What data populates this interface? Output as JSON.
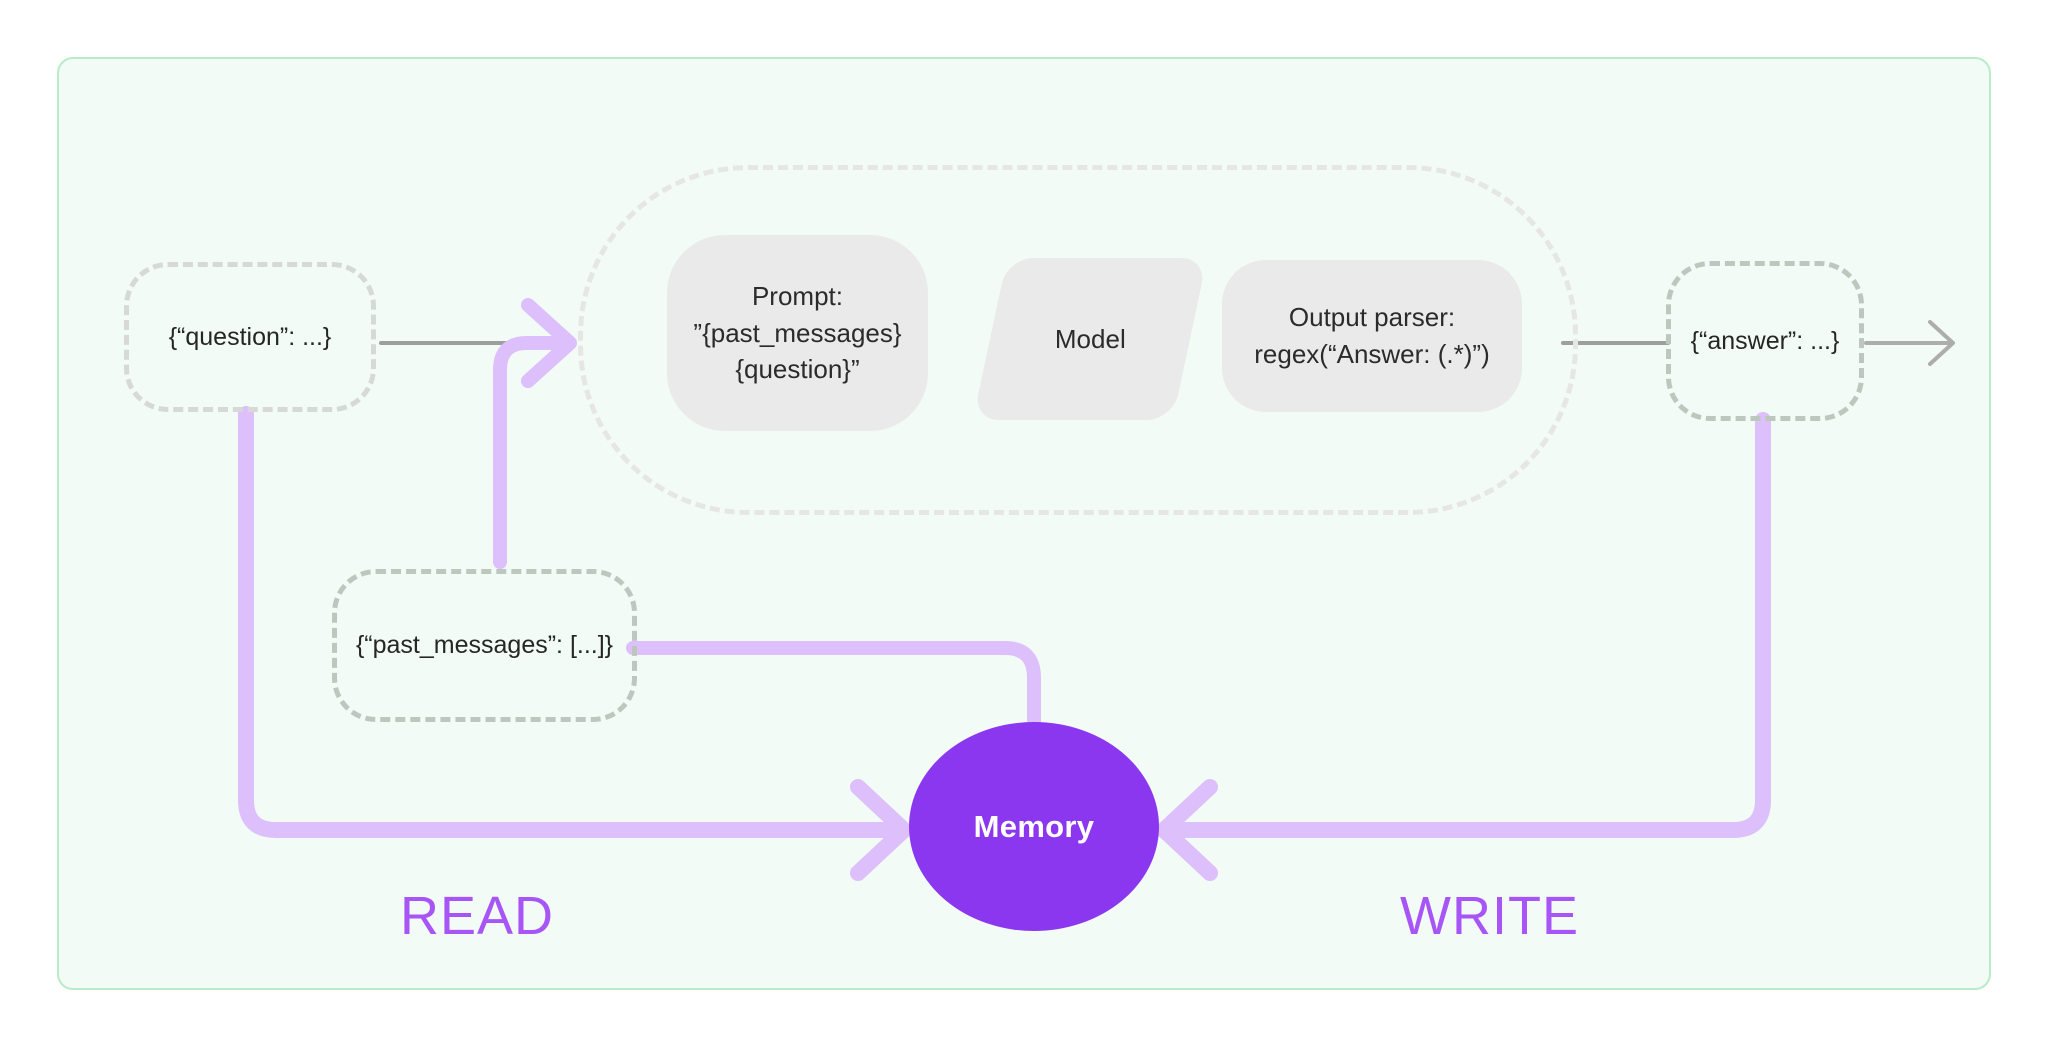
{
  "diagram": {
    "title": "LLM chain with memory read/write flow",
    "background_color": "#F2FBF5",
    "border_color": "#B9EBC9",
    "accent_color": "#8B37F0",
    "path_color": "#DDBFFB",
    "caption_color": "#A855F7"
  },
  "nodes": {
    "question": {
      "label": "{“question”: ...}"
    },
    "past_messages": {
      "label": "{“past_messages”: [...]}"
    },
    "answer": {
      "label": "{“answer”: ...}"
    },
    "memory": {
      "label": "Memory"
    }
  },
  "chain": {
    "prompt": {
      "line1": "Prompt:",
      "line2": "”{past_messages}",
      "line3": "{question}”"
    },
    "model": {
      "label": "Model"
    },
    "output_parser": {
      "line1": "Output parser:",
      "line2": "regex(“Answer: (.*)”)"
    }
  },
  "captions": {
    "read": "READ",
    "write": "WRITE"
  },
  "edges": [
    {
      "name": "question-to-chain",
      "color": "#9E9E9E",
      "style": "solid"
    },
    {
      "name": "chain-entry-arrow",
      "color": "#DDBFFB",
      "style": "arrow"
    },
    {
      "name": "parser-to-answer",
      "color": "#9E9E9E",
      "style": "solid"
    },
    {
      "name": "answer-to-output",
      "color": "#9E9E9E",
      "style": "arrow"
    },
    {
      "name": "question-to-memory-read",
      "color": "#DDBFFB",
      "style": "arrow"
    },
    {
      "name": "past-messages-to-memory",
      "color": "#DDBFFB",
      "style": "solid"
    },
    {
      "name": "past-messages-to-chain",
      "color": "#DDBFFB",
      "style": "arrow"
    },
    {
      "name": "answer-to-memory-write",
      "color": "#DDBFFB",
      "style": "arrow"
    }
  ]
}
